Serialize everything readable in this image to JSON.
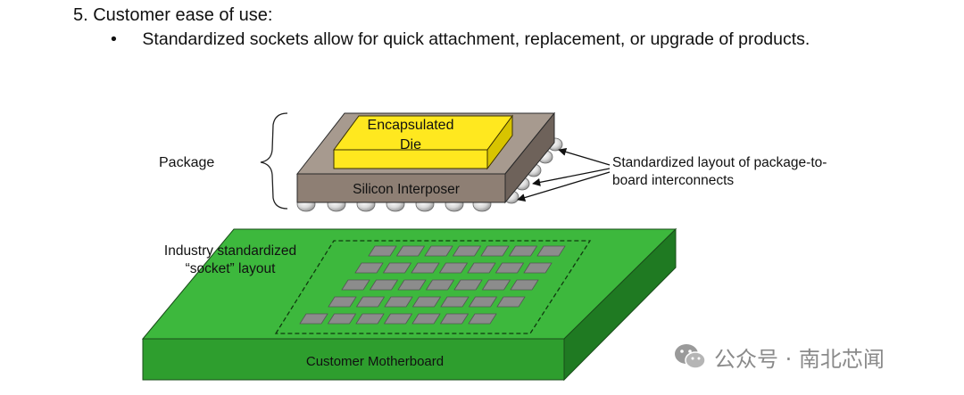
{
  "heading": "5. Customer ease of use:",
  "bullet": {
    "marker": "•",
    "text": "Standardized sockets allow for quick attachment, replacement, or upgrade of products."
  },
  "diagram": {
    "package_label": "Package",
    "die_label_line1": "Encapsulated",
    "die_label_line2": "Die",
    "interposer_label": "Silicon Interposer",
    "interconnect_label_line1": "Standardized layout of package-to-",
    "interconnect_label_line2": "board interconnects",
    "socket_label_line1": "Industry standardized",
    "socket_label_line2": "“socket” layout",
    "motherboard_label": "Customer Motherboard"
  },
  "watermark": {
    "icon": "wechat-icon",
    "text": "公众号 · 南北芯闻"
  },
  "colors": {
    "die_top": "#FFE81F",
    "die_side": "#D8C400",
    "interposer_front": "#8E7F74",
    "interposer_top": "#A79A8F",
    "interposer_side": "#6E625A",
    "board_top": "#3DB83D",
    "board_front": "#2E9E2E",
    "board_side": "#1F7A22",
    "pad": "#8C8C8C"
  }
}
